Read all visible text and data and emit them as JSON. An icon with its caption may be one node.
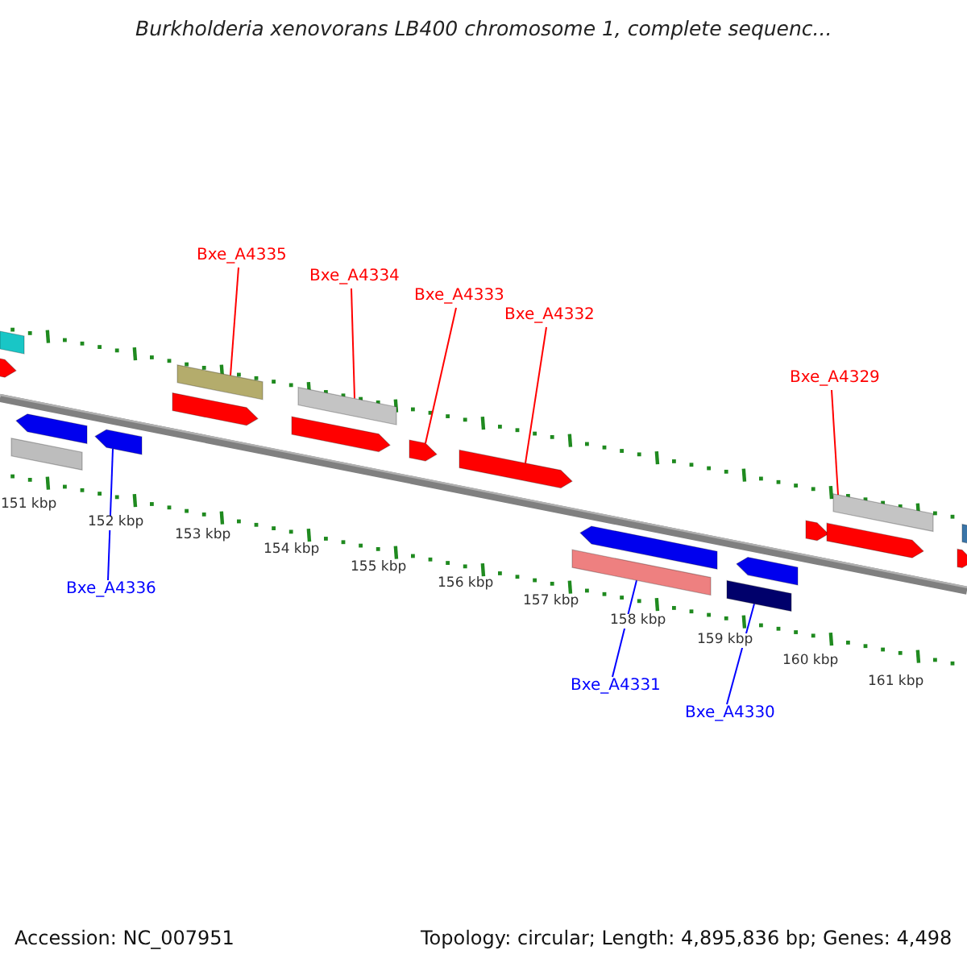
{
  "diagram": {
    "title": "Burkholderia xenovorans LB400 chromosome 1, complete sequenc...",
    "nodes": [
      {
        "text": [
          "Bxe_A4335"
        ]
      },
      {
        "text": [
          "Bxe_A4334"
        ]
      },
      {
        "text": [
          "Bxe_A4333"
        ]
      },
      {
        "text": [
          "Bxe_A4332"
        ]
      },
      {
        "text": [
          "Bxe_A4329"
        ]
      },
      {
        "text": [
          "Bxe_A4336"
        ]
      },
      {
        "text": [
          "Bxe_A4331"
        ]
      },
      {
        "text": [
          "Bxe_A4330"
        ]
      },
      {
        "text": [],
        "shape": "bar"
      },
      {
        "text": [],
        "shape": "bar"
      },
      {
        "text": [],
        "shape": "bar"
      },
      {
        "text": [],
        "shape": "bar"
      },
      {
        "text": [],
        "shape": "bar"
      },
      {
        "text": [],
        "shape": "bar"
      },
      {
        "text": [],
        "shape": "bar"
      },
      {
        "text": [],
        "shape": "bar"
      },
      {
        "text": [],
        "shape": "bar"
      },
      {
        "text": [],
        "shape": "bar"
      },
      {
        "text": [],
        "shape": "bar"
      },
      {
        "text": [],
        "shape": "bar"
      },
      {
        "text": [],
        "shape": "bar"
      },
      {
        "text": [],
        "shape": "bar"
      },
      {
        "text": [],
        "shape": "bar"
      },
      {
        "text": [],
        "shape": "bar"
      },
      {
        "text": [],
        "shape": "bar"
      },
      {
        "text": [],
        "shape": "bar"
      },
      {
        "text": [],
        "shape": "bar"
      },
      {
        "text": [],
        "shape": "bar"
      }
    ],
    "edges": [
      {
        "from": 0,
        "to": 13,
        "arrow": "none"
      },
      {
        "from": 1,
        "to": 15,
        "arrow": "none"
      },
      {
        "from": 2,
        "to": 17,
        "arrow": "none"
      },
      {
        "from": 3,
        "to": 18,
        "arrow": "none"
      },
      {
        "from": 4,
        "to": 24,
        "arrow": "none"
      },
      {
        "from": 5,
        "to": 12,
        "arrow": "none",
        "color": "#0000ff"
      },
      {
        "from": 6,
        "to": 20,
        "arrow": "none",
        "color": "#0000ff"
      },
      {
        "from": 7,
        "to": 22,
        "arrow": "none",
        "color": "#0000ff"
      }
    ],
    "labels": [
      "151 kbp",
      "152 kbp",
      "153 kbp",
      "154 kbp",
      "155 kbp",
      "156 kbp",
      "157 kbp",
      "158 kbp",
      "159 kbp",
      "160 kbp",
      "161 kbp",
      "Accession: NC_007951",
      "Topology: circular; Length: 4,895,836 bp; Genes: 4,498"
    ]
  }
}
